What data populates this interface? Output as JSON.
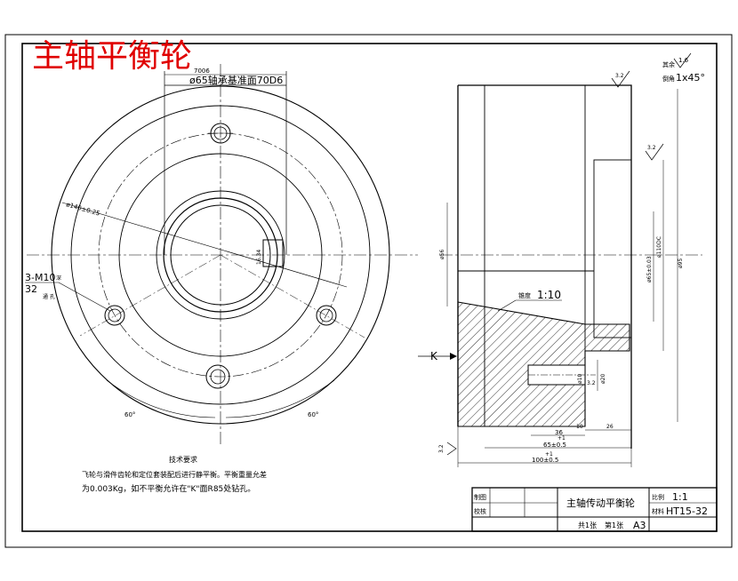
{
  "drawing_title": "主轴平衡轮",
  "front_view": {
    "dim_keyway_width": "7006",
    "dim_bore": "ø65轴承基准面70D6",
    "dim_outer": "ø140±0.25",
    "dim_keyway_depth": "16.34",
    "hole_label_top": "3-M10",
    "hole_label_suffix": "深",
    "hole_label_bottom": "32",
    "hole_label_bottom_suffix": "通 孔",
    "angle_left": "60°",
    "angle_right": "60°"
  },
  "section_view": {
    "roughness_top": "3.2",
    "roughness_right": "3.2",
    "roughness_small": "3.2",
    "roughness_left": "3.2",
    "corner_note_label": "其余",
    "corner_note_value": "1.6",
    "chamfer_label": "倒角",
    "chamfer_value": "1x45°",
    "taper_label": "锥度",
    "taper_value": "1:10",
    "view_k": "K",
    "dim_d56": "ø56",
    "dim_d95": "ø95",
    "dim_d65": "ø65±0.03",
    "dim_d110": "ø110DC",
    "dim_d10": "ø10",
    "dim_d20": "ø20",
    "dim_36": "36",
    "dim_65": "65±0.5",
    "dim_10": "10",
    "dim_26": "26",
    "dim_100": "100±0.5",
    "dim_plus1_a": "+1",
    "dim_plus1_b": "+1"
  },
  "tech_requirements": {
    "heading": "技术要求",
    "line1": "飞轮与滑件齿轮和定位套装配后进行静平衡。平衡重量允差",
    "line2": "为0.003Kg，如不平衡允许在\"K\"面R85处钻孔。"
  },
  "title_block": {
    "drawn_label": "制图",
    "checked_label": "校核",
    "part_name": "主轴传动平衡轮",
    "scale_label": "比例",
    "scale_value": "1:1",
    "material_label": "材料",
    "material_value": "HT15-32",
    "sheets_total": "共1张",
    "sheet_no": "第1张",
    "paper_size": "A3"
  }
}
